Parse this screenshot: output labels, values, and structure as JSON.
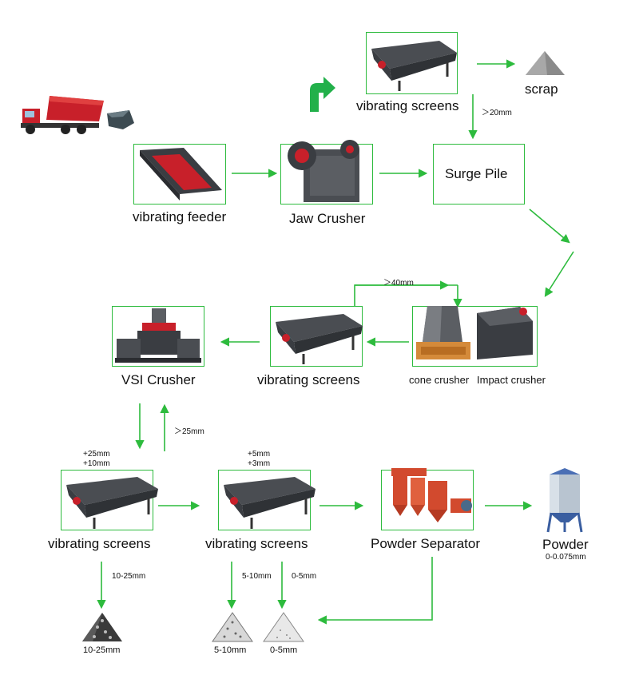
{
  "nodes": {
    "vibrating_screens_top": "vibrating screens",
    "scrap": "scrap",
    "vibrating_feeder": "vibrating feeder",
    "jaw_crusher": "Jaw Crusher",
    "surge_pile": "Surge Pile",
    "vsi_crusher": "VSI Crusher",
    "vibrating_screens_mid": "vibrating screens",
    "cone_crusher": "cone crusher",
    "impact_crusher": "Impact crusher",
    "vibrating_screens_left": "vibrating screens",
    "vibrating_screens_center": "vibrating screens",
    "powder_separator": "Powder Separator",
    "powder": "Powder",
    "powder_size": "0-0.075mm",
    "pile_10_25": "10-25mm",
    "pile_5_10": "5-10mm",
    "pile_0_5": "0-5mm"
  },
  "edge_labels": {
    "gt20": "＞20mm",
    "gt40": "＞40mm",
    "gt25": "＞25mm",
    "plus25": "+25mm",
    "plus10": "+10mm",
    "plus5": "+5mm",
    "plus3": "+3mm",
    "r10_25": "10-25mm",
    "r5_10": "5-10mm",
    "r0_5": "0-5mm"
  },
  "colors": {
    "arrow": "#2dbb3d",
    "box": "#2dbb3d",
    "machine": "#3a3d42",
    "accent": "#c8202a",
    "separator": "#d24a2e"
  }
}
